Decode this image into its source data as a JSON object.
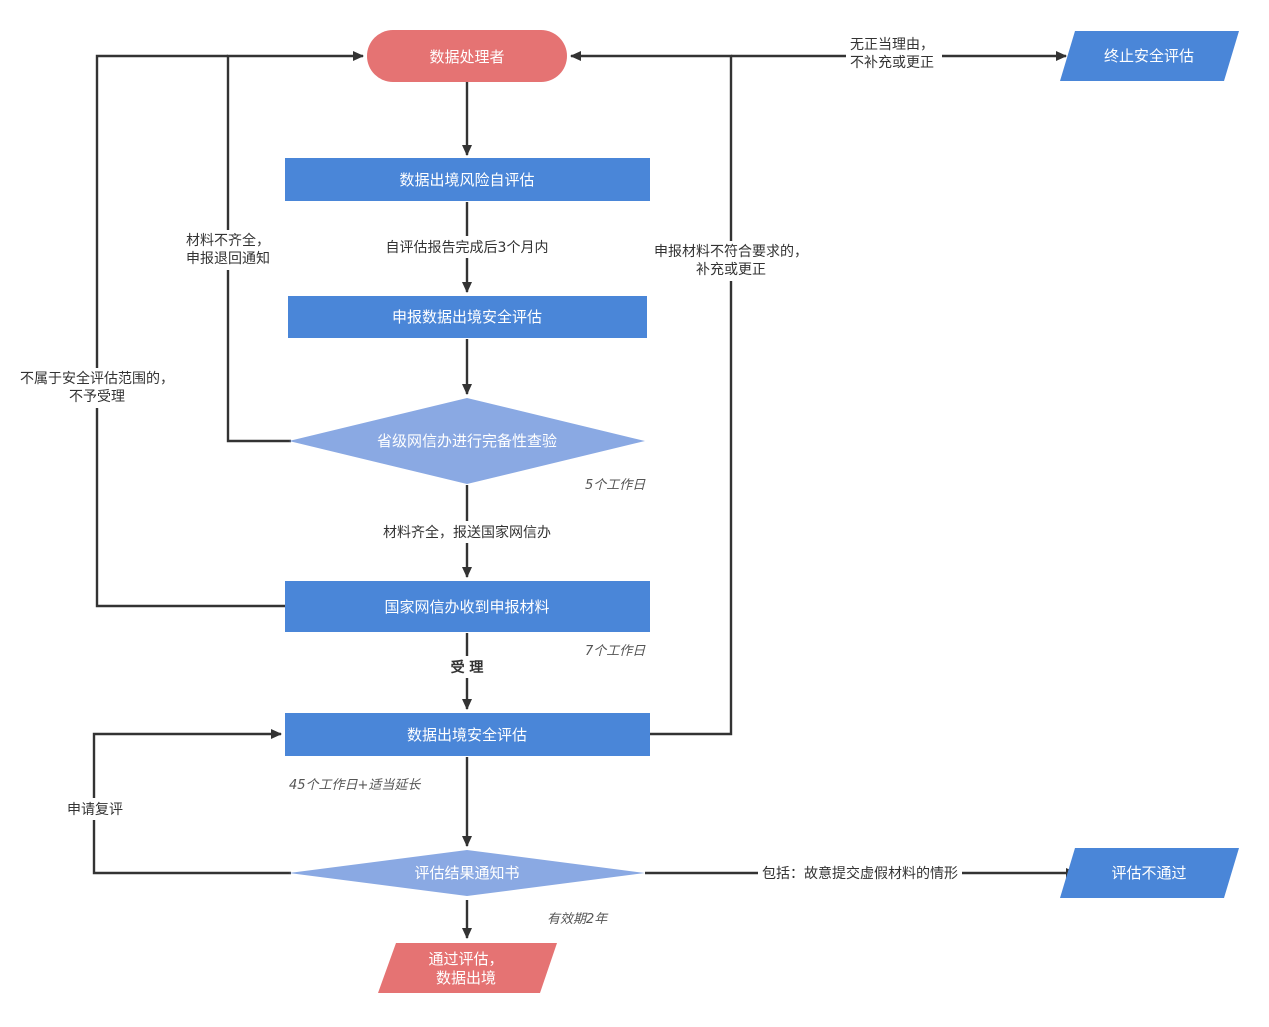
{
  "colors": {
    "start": "#e57373",
    "process": "#4a86d8",
    "decision": "#8aa9e3",
    "output": "#4a86d8",
    "result": "#e57373",
    "line": "#333333"
  },
  "nodes": {
    "processor": "数据处理者",
    "self_assessment": "数据出境风险自评估",
    "apply": "申报数据出境安全评估",
    "provincial_check": "省级网信办进行完备性查验",
    "national_receive": "国家网信办收到申报材料",
    "security_assessment": "数据出境安全评估",
    "result_notice": "评估结果通知书",
    "pass": [
      "通过评估，",
      "数据出境"
    ],
    "terminate": "终止安全评估",
    "fail": "评估不通过"
  },
  "edge_labels": {
    "within_3_months": "自评估报告完成后3个月内",
    "materials_complete": "材料齐全，报送国家网信办",
    "accept": "受 理",
    "incomplete": [
      "材料不齐全，",
      "申报退回通知"
    ],
    "out_of_scope": [
      "不属于安全评估范围的，",
      "不予受理"
    ],
    "not_compliant": [
      "申报材料不符合要求的，",
      "补充或更正"
    ],
    "no_reason": [
      "无正当理由，",
      "不补充或更正"
    ],
    "reapply": "申请复评",
    "includes_fake": "包括：故意提交虚假材料的情形"
  },
  "notes": {
    "five_days": "5个工作日",
    "seven_days": "7个工作日",
    "forty_five_days": "45个工作日+适当延长",
    "valid_two_years": "有效期2年"
  }
}
